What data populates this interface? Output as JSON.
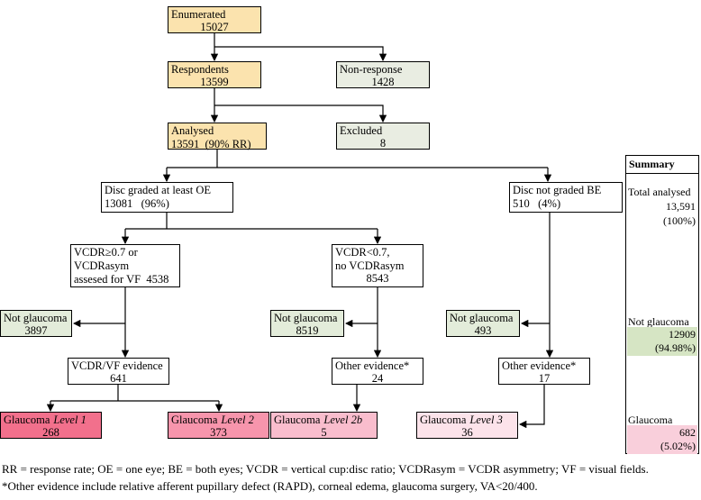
{
  "flow": {
    "enumerated": {
      "label": "Enumerated",
      "value": "15027"
    },
    "respondents": {
      "label": "Respondents",
      "value": "13599"
    },
    "non_response": {
      "label": "Non-response",
      "value": "1428"
    },
    "analysed": {
      "label": "Analysed",
      "value": "13591  (90% RR)"
    },
    "excluded": {
      "label": "Excluded",
      "value": "8"
    },
    "disc_graded": {
      "label": "Disc graded at least OE",
      "value": "13081   (96%)"
    },
    "disc_not_graded": {
      "label": "Disc not graded BE",
      "value": "510   (4%)"
    },
    "vcdr_high": {
      "line1": "VCDR≥0.7 or",
      "line2": "VCDRasym",
      "line3": "assesed for VF  4538"
    },
    "vcdr_low": {
      "line1": "VCDR<0.7,",
      "line2": "no VCDRasym",
      "value": "8543"
    },
    "not_glaucoma_vf": {
      "label": "Not glaucoma",
      "value": "3897"
    },
    "not_glaucoma_vcdr": {
      "label": "Not glaucoma",
      "value": "8519"
    },
    "not_glaucoma_be": {
      "label": "Not glaucoma",
      "value": "493"
    },
    "vcdr_vf_evidence": {
      "label": "VCDR/VF evidence",
      "value": "641"
    },
    "other_evidence_a": {
      "label": "Other evidence*",
      "value": "24"
    },
    "other_evidence_b": {
      "label": "Other evidence*",
      "value": "17"
    },
    "glaucoma_l1": {
      "prefix": "Glaucoma",
      "level": "Level 1",
      "value": "268"
    },
    "glaucoma_l2": {
      "prefix": "Glaucoma",
      "level": "Level 2",
      "value": "373"
    },
    "glaucoma_l2b": {
      "prefix": "Glaucoma",
      "level": "Level 2b",
      "value": "5"
    },
    "glaucoma_l3": {
      "prefix": "Glaucoma",
      "level": "Level 3",
      "value": "36"
    }
  },
  "summary": {
    "title": "Summary",
    "total_label": "Total analysed",
    "total_value": "13,591",
    "total_pct": "(100%)",
    "not_glaucoma_label": "Not glaucoma",
    "not_glaucoma_value": "12909",
    "not_glaucoma_pct": "(94.98%)",
    "glaucoma_label": "Glaucoma",
    "glaucoma_value": "682",
    "glaucoma_pct": "(5.02%)"
  },
  "footnotes": {
    "line1": "RR = response rate; OE = one eye; BE = both eyes; VCDR = vertical cup:disc ratio; VCDRasym = VCDR asymmetry; VF = visual fields.",
    "line2": "*Other evidence include relative afferent pupillary defect (RAPD), corneal edema, glaucoma surgery, VA<20/400."
  },
  "colors": {
    "enumeration_tan": "#FBE3AE",
    "excluded_green": "#E9EDE2",
    "not_glaucoma_green": "#E3ECDA",
    "summary_green": "#D6E5C4",
    "glaucoma_level1": "#F2708C",
    "glaucoma_level2": "#F795AC",
    "glaucoma_level2b": "#F9BDCD",
    "glaucoma_level3": "#FCE3EA",
    "summary_pink": "#F9CFDB",
    "line_color": "#000000"
  }
}
